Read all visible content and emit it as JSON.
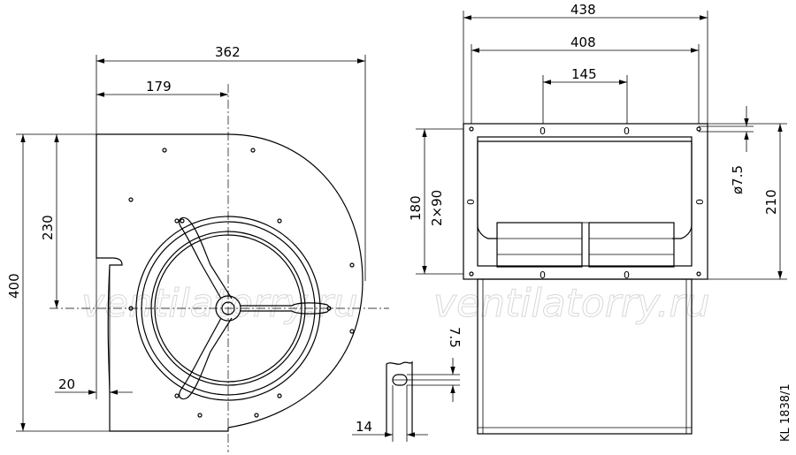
{
  "dimensions": {
    "side_width": "362",
    "side_half_width": "179",
    "side_height": "400",
    "side_axis_height": "230",
    "side_outlet_offset": "20",
    "front_outer_width": "438",
    "front_hole_span": "408",
    "front_hole_center": "145",
    "front_hole_diameter": "ø7.5",
    "front_height": "210",
    "front_inner_height": "180",
    "front_hole_pitch": "2×90",
    "slot_length": "7.5",
    "slot_width": "14"
  },
  "hole_mark": "0",
  "watermark": "ventilatorry.ru",
  "drawing_ref": "KL 1838/1"
}
